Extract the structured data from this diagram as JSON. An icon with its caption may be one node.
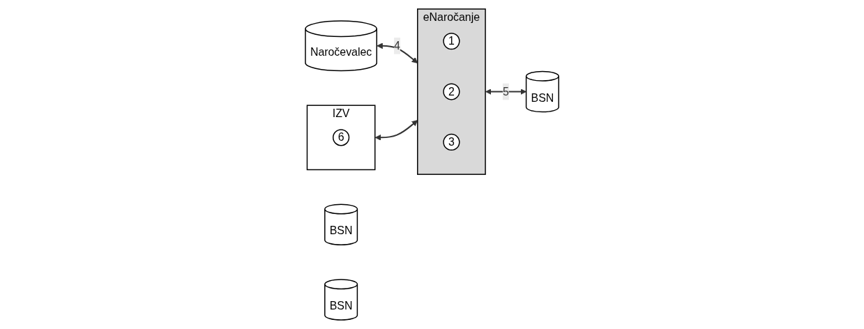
{
  "diagram": {
    "nodes": [
      {
        "text": [
          "Naročevalec"
        ]
      },
      {
        "text": [
          "IZV"
        ]
      },
      {
        "text": [
          "6"
        ],
        "in": 1
      },
      {
        "text": [
          "eNaročanje"
        ]
      },
      {
        "text": [
          "1"
        ],
        "in": 3
      },
      {
        "text": [
          "2"
        ],
        "in": 3
      },
      {
        "text": [
          "3"
        ],
        "in": 3
      },
      {
        "text": [
          "BSN"
        ]
      },
      {
        "text": [
          "BSN"
        ]
      },
      {
        "text": [
          "BSN"
        ]
      }
    ],
    "edges": [
      {
        "from": 0,
        "to": 3,
        "arrow": "both",
        "label": "4"
      },
      {
        "from": 1,
        "to": 3,
        "arrow": "both"
      },
      {
        "from": 3,
        "to": 8,
        "arrow": "both",
        "label": "5"
      }
    ]
  }
}
